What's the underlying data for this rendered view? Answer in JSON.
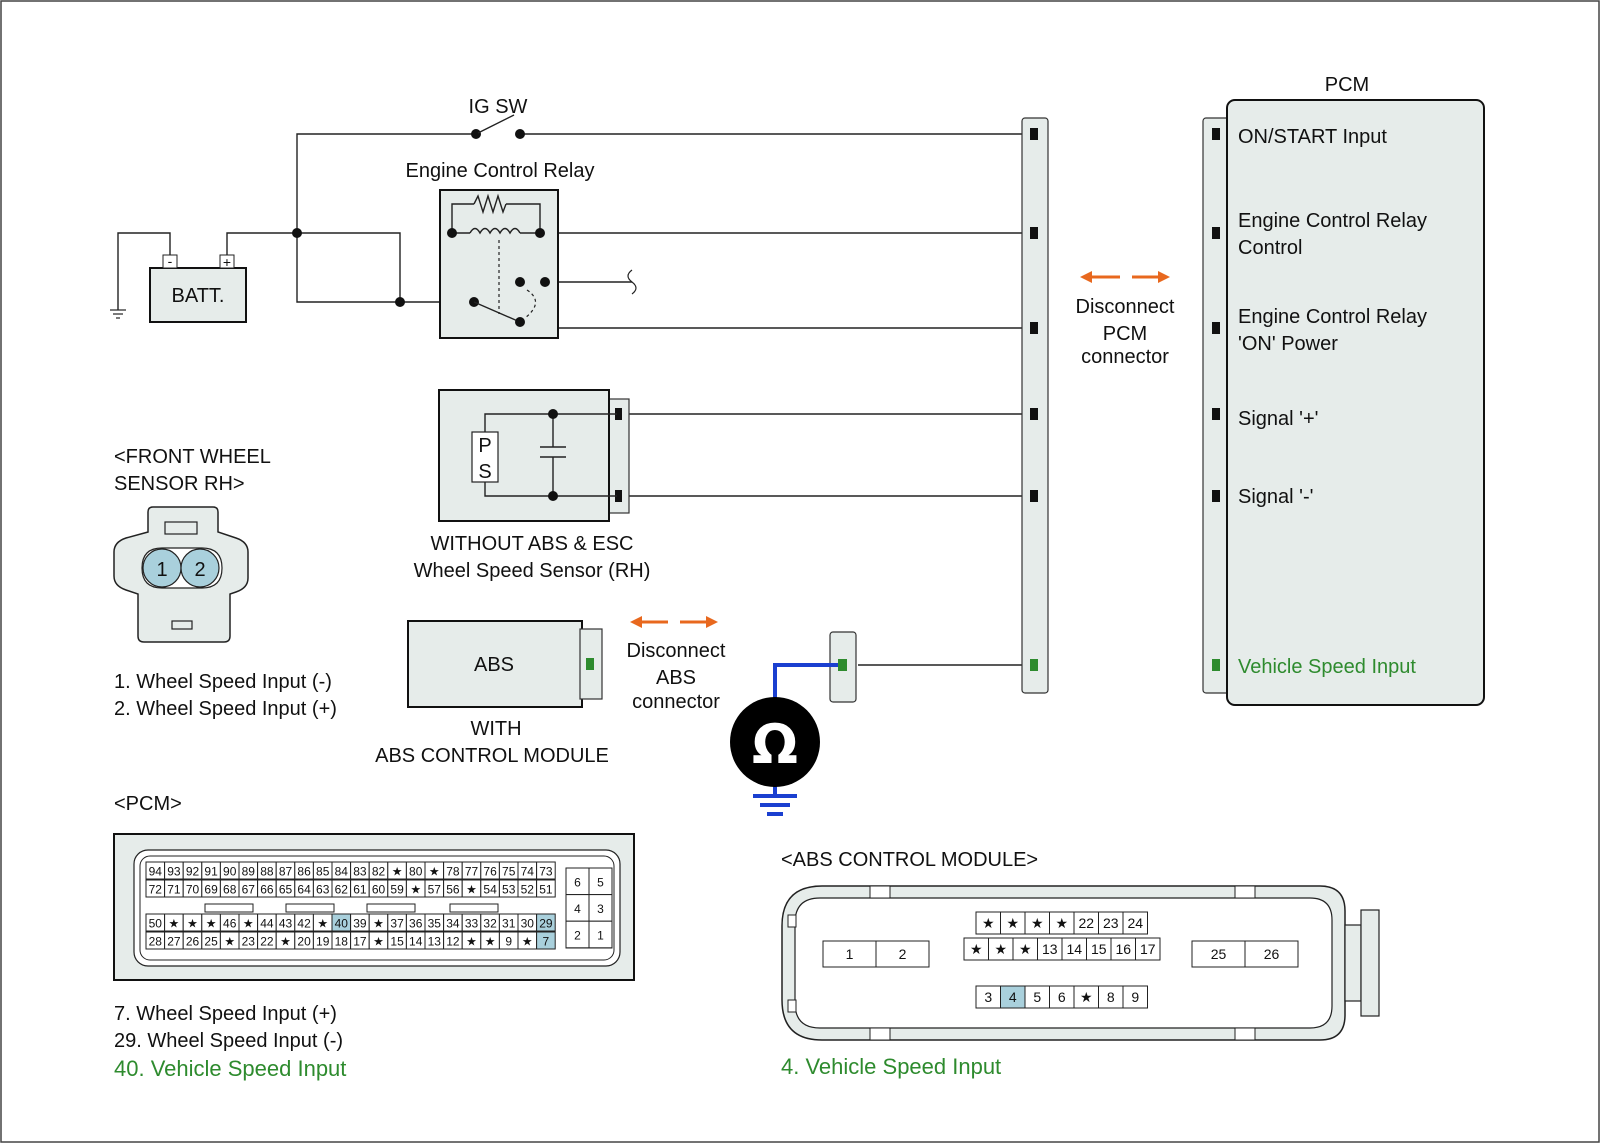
{
  "ig_sw": "IG SW",
  "ecr_title": "Engine Control Relay",
  "batt": "BATT.",
  "batt_minus": "-",
  "batt_plus": "+",
  "ps_p": "P",
  "ps_s": "S",
  "wss_label_1": "WITHOUT ABS & ESC",
  "wss_label_2": "Wheel Speed Sensor (RH)",
  "abs_box": "ABS",
  "abs_label_1": "WITH",
  "abs_label_2": "ABS CONTROL MODULE",
  "disconnect_abs": [
    "Disconnect",
    "ABS",
    "connector"
  ],
  "disconnect_pcm": [
    "Disconnect",
    "PCM",
    "connector"
  ],
  "ohm": "Ω",
  "pcm_title": "PCM",
  "pcm_pins": [
    {
      "lines": [
        "ON/START Input"
      ],
      "green": false
    },
    {
      "lines": [
        "Engine Control Relay",
        "Control"
      ],
      "green": false
    },
    {
      "lines": [
        "Engine Control Relay",
        "'ON' Power"
      ],
      "green": false
    },
    {
      "lines": [
        "Signal '+'"
      ],
      "green": false
    },
    {
      "lines": [
        "Signal '-'"
      ],
      "green": false
    },
    {
      "lines": [
        "Vehicle Speed Input"
      ],
      "green": true
    }
  ],
  "front_sensor_title": [
    "<FRONT WHEEL",
    "SENSOR RH>"
  ],
  "front_sensor_pins": [
    "1",
    "2"
  ],
  "front_sensor_legend": [
    "1. Wheel Speed Input (-)",
    "2. Wheel Speed Input (+)"
  ],
  "pcm_conn_title": "<PCM>",
  "pcm_conn_row1": [
    "94",
    "93",
    "92",
    "91",
    "90",
    "89",
    "88",
    "87",
    "86",
    "85",
    "84",
    "83",
    "82",
    "★",
    "80",
    "★",
    "78",
    "77",
    "76",
    "75",
    "74",
    "73"
  ],
  "pcm_conn_row2": [
    "72",
    "71",
    "70",
    "69",
    "68",
    "67",
    "66",
    "65",
    "64",
    "63",
    "62",
    "61",
    "60",
    "59",
    "★",
    "57",
    "56",
    "★",
    "54",
    "53",
    "52",
    "51"
  ],
  "pcm_conn_row3": [
    "50",
    "★",
    "★",
    "★",
    "46",
    "★",
    "44",
    "43",
    "42",
    "★",
    "40",
    "39",
    "★",
    "37",
    "36",
    "35",
    "34",
    "33",
    "32",
    "31",
    "30",
    "29"
  ],
  "pcm_conn_row4": [
    "28",
    "27",
    "26",
    "25",
    "★",
    "23",
    "22",
    "★",
    "20",
    "19",
    "18",
    "17",
    "★",
    "15",
    "14",
    "13",
    "12",
    "★",
    "★",
    "9",
    "★",
    "7"
  ],
  "pcm_conn_side": [
    "6",
    "5",
    "4",
    "3",
    "2",
    "1"
  ],
  "pcm_conn_highlight": [
    "40",
    "29",
    "7"
  ],
  "pcm_legend": [
    "7. Wheel Speed Input (+)",
    "29. Wheel Speed Input (-)"
  ],
  "pcm_legend_green": "40. Vehicle Speed Input",
  "abs_conn_title": "<ABS CONTROL MODULE>",
  "abs_conn_top1": [
    "★",
    "★",
    "★",
    "★",
    "22",
    "23",
    "24"
  ],
  "abs_conn_top2": [
    "★",
    "★",
    "★",
    "13",
    "14",
    "15",
    "16",
    "17"
  ],
  "abs_conn_bottom": [
    "3",
    "4",
    "5",
    "6",
    "★",
    "8",
    "9"
  ],
  "abs_conn_left": [
    "1",
    "2"
  ],
  "abs_conn_right": [
    "25",
    "26"
  ],
  "abs_legend_green": "4. Vehicle Speed Input",
  "colors": {
    "green": "#2e8b2e",
    "orange": "#e8681e",
    "blue": "#1a3fd0",
    "pin_highlight": "#a9d0dc",
    "box_fill": "#e6ecea"
  }
}
